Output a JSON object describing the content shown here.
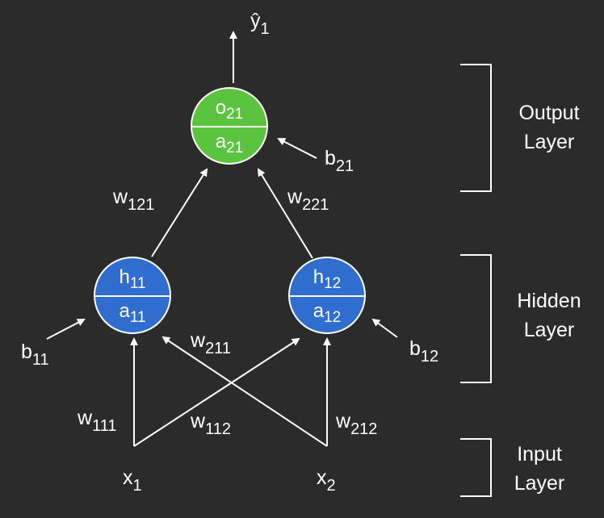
{
  "colors": {
    "background": "#2b2b2b",
    "hidden_node": "#2f6ecf",
    "output_node": "#5ac43e",
    "stroke": "#ffffff"
  },
  "output": {
    "yhat": {
      "base": "ŷ",
      "sub": "1"
    }
  },
  "nodes": {
    "o21": {
      "top_base": "o",
      "top_sub": "21",
      "bot_base": "a",
      "bot_sub": "21"
    },
    "h11": {
      "top_base": "h",
      "top_sub": "11",
      "bot_base": "a",
      "bot_sub": "11"
    },
    "h12": {
      "top_base": "h",
      "top_sub": "12",
      "bot_base": "a",
      "bot_sub": "12"
    }
  },
  "weights": {
    "w121": {
      "base": "w",
      "sub": "121"
    },
    "w221": {
      "base": "w",
      "sub": "221"
    },
    "w211": {
      "base": "w",
      "sub": "211"
    },
    "w111": {
      "base": "w",
      "sub": "111"
    },
    "w112": {
      "base": "w",
      "sub": "112"
    },
    "w212": {
      "base": "w",
      "sub": "212"
    }
  },
  "biases": {
    "b21": {
      "base": "b",
      "sub": "21"
    },
    "b11": {
      "base": "b",
      "sub": "11"
    },
    "b12": {
      "base": "b",
      "sub": "12"
    }
  },
  "inputs": {
    "x1": {
      "base": "x",
      "sub": "1"
    },
    "x2": {
      "base": "x",
      "sub": "2"
    }
  },
  "layers": {
    "output": {
      "line1": "Output",
      "line2": "Layer"
    },
    "hidden": {
      "line1": "Hidden",
      "line2": "Layer"
    },
    "input": {
      "line1": "Input",
      "line2": "Layer"
    }
  }
}
